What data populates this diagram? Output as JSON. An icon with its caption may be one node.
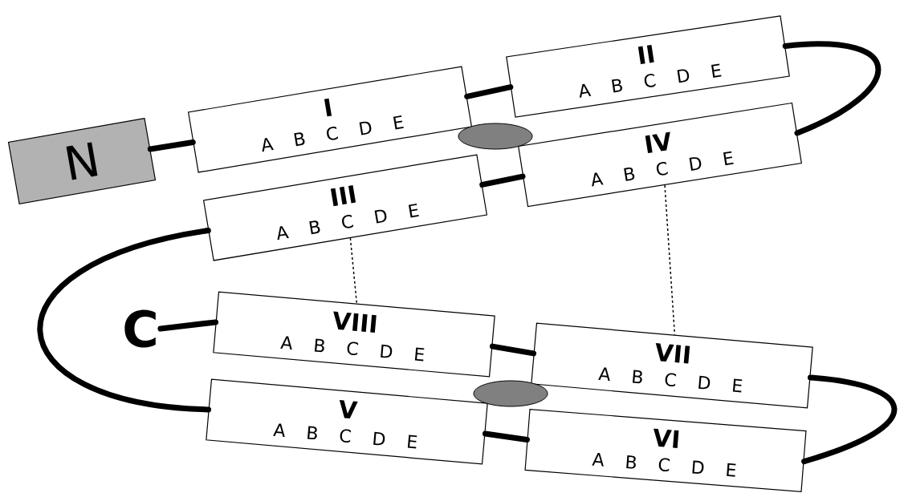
{
  "diagram": {
    "nodes": [
      {
        "text": [
          "N"
        ]
      },
      {
        "text": [
          "I",
          "A B C D E"
        ]
      },
      {
        "text": [
          "II",
          "A B C D E"
        ]
      },
      {
        "text": [
          "III",
          "A B C D E"
        ]
      },
      {
        "text": [
          "IV",
          "A B C D E"
        ]
      },
      {
        "text": [
          "V",
          "A B C D E"
        ]
      },
      {
        "text": [
          "VI",
          "A B C D E"
        ]
      },
      {
        "text": [
          "VII",
          "A B C D E"
        ]
      },
      {
        "text": [
          "VIII",
          "A B C D E"
        ]
      },
      {
        "text": [
          "C"
        ]
      },
      {
        "text": [],
        "shape": "ellipse"
      },
      {
        "text": [],
        "shape": "ellipse"
      }
    ],
    "edges": [
      {
        "from": 0,
        "to": 1,
        "arrow": "none"
      },
      {
        "from": 1,
        "to": 2,
        "arrow": "none"
      },
      {
        "from": 2,
        "to": 4,
        "arrow": "none"
      },
      {
        "from": 4,
        "to": 3,
        "arrow": "none"
      },
      {
        "from": 3,
        "to": 5,
        "arrow": "none"
      },
      {
        "from": 5,
        "to": 6,
        "arrow": "none"
      },
      {
        "from": 6,
        "to": 7,
        "arrow": "none"
      },
      {
        "from": 7,
        "to": 8,
        "arrow": "none"
      },
      {
        "from": 9,
        "to": 8,
        "arrow": "none"
      },
      {
        "from": 3,
        "to": 8,
        "arrow": "none",
        "style": "dashed"
      },
      {
        "from": 4,
        "to": 7,
        "arrow": "none",
        "style": "dashed"
      }
    ]
  }
}
